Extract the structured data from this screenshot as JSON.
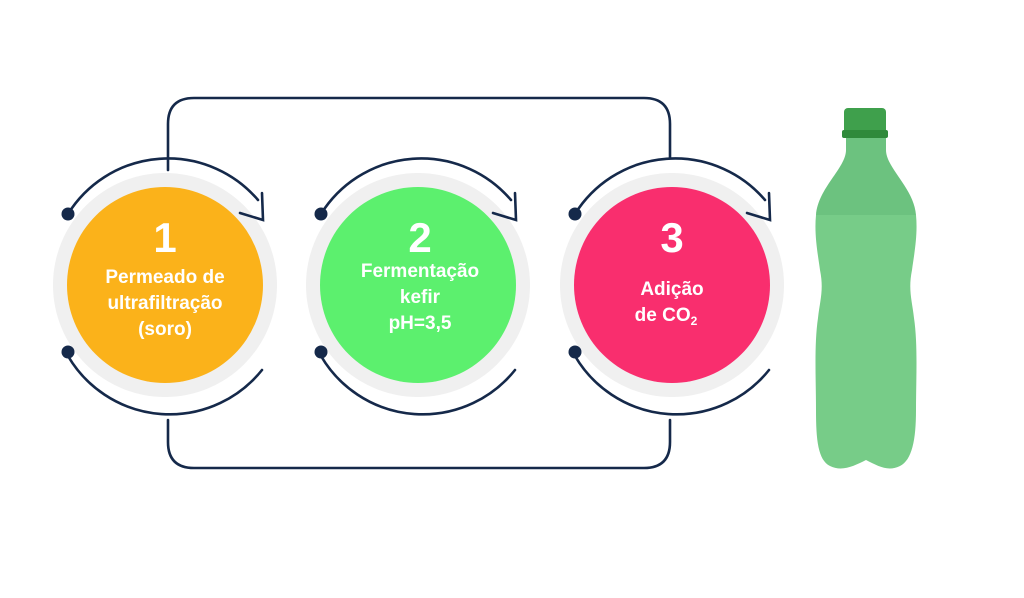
{
  "steps": [
    {
      "number": "1",
      "lines": [
        "Permeado de",
        "ultrafiltração",
        "(soro)"
      ],
      "color": "#fbb21a",
      "text_color": "#ffffff"
    },
    {
      "number": "2",
      "lines": [
        "Fermentação",
        "kefir",
        "pH=3,5"
      ],
      "color": "#5cf06e",
      "text_color": "#ffffff"
    },
    {
      "number": "3",
      "lines": [
        "Adição",
        "de CO",
        "2"
      ],
      "color": "#f92e6e",
      "text_color": "#ffffff"
    }
  ],
  "colors": {
    "connector": "#15294a",
    "circle_halo": "#eeeeee",
    "bottle_body": "#77cc88",
    "bottle_top": "#6cc27f",
    "bottle_cap": "#3fa04c",
    "bottle_cap_shadow": "#2f8a3b"
  },
  "icons": {
    "bottle": "soda-bottle-icon",
    "arrow": "circular-arrow-icon"
  }
}
